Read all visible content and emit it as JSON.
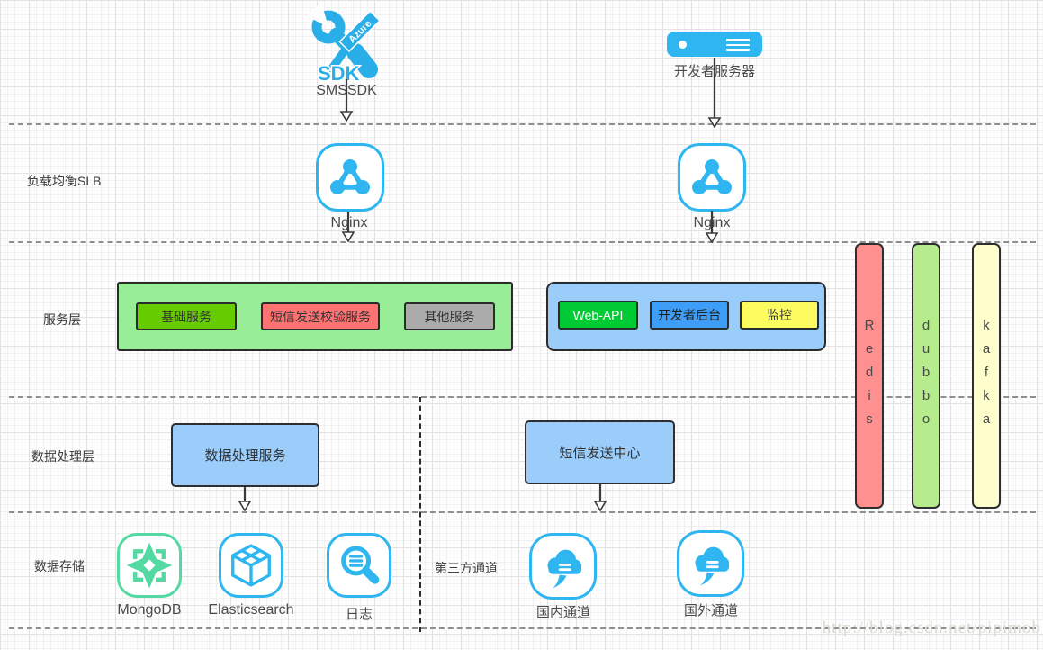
{
  "diagram": {
    "watermark": "http://blog.csdn.net/pipimob",
    "top": {
      "sdk_badge": "Azure",
      "sdk_icon_text": "SDK",
      "sdk_label": "SMSSDK",
      "server_label": "开发者服务器"
    },
    "row_labels": {
      "slb": "负载均衡SLB",
      "service": "服务层",
      "processing": "数据处理层",
      "storage": "数据存储",
      "third_party": "第三方通道"
    },
    "slb": {
      "nginx_left": "Nginx",
      "nginx_right": "Nginx"
    },
    "service_layer": {
      "left_group": {
        "bg": "#97ee97",
        "items": [
          {
            "label": "基础服务",
            "bg": "#66cb00",
            "fg": "#333333"
          },
          {
            "label": "短信发送校验服务",
            "bg": "#ff7272",
            "fg": "#333333"
          },
          {
            "label": "其他服务",
            "bg": "#ababab",
            "fg": "#333333"
          }
        ]
      },
      "right_group": {
        "bg": "#9bcdfb",
        "items": [
          {
            "label": "Web-API",
            "bg": "#00cb34",
            "fg": "#ffffff"
          },
          {
            "label": "开发者后台",
            "bg": "#3e9df6",
            "fg": "#222222"
          },
          {
            "label": "监控",
            "bg": "#fcfc60",
            "fg": "#333333"
          }
        ]
      }
    },
    "middleware": [
      {
        "label": "Redis",
        "bg": "#ff9090"
      },
      {
        "label": "dubbo",
        "bg": "#b7ec8e"
      },
      {
        "label": "kafka",
        "bg": "#fefecd"
      }
    ],
    "processing": {
      "data_service": "数据处理服务",
      "sms_center": "短信发送中心"
    },
    "storage": {
      "mongodb": "MongoDB",
      "elasticsearch": "Elasticsearch",
      "log": "日志"
    },
    "third_party": {
      "domestic": "国内通道",
      "international": "国外通道"
    },
    "colors": {
      "icon_cyan": "#2fb6f0",
      "mongo_green": "#53d9a1",
      "process_box_blue": "#9bcdfb"
    },
    "icons": {
      "sdk": "crossed-tools-icon",
      "developer_server": "server-icon",
      "nginx": "node-network-icon",
      "mongodb": "compass-star-icon",
      "elasticsearch": "cube-icon",
      "log": "magnifier-lines-icon",
      "channel": "cloud-sms-icon"
    }
  }
}
